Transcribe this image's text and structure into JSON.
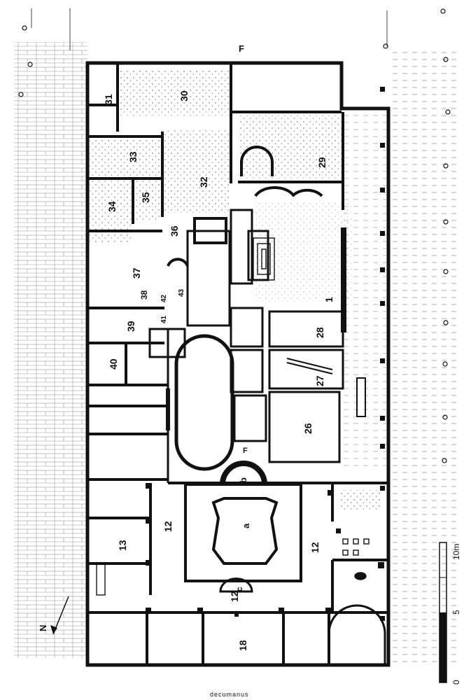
{
  "plan": {
    "rooms": {
      "r1": "1",
      "r12a": "12",
      "r12b": "12",
      "r12c": "12",
      "r13": "13",
      "r18": "18",
      "r26": "26",
      "r27": "27",
      "r28": "28",
      "r29": "29",
      "r30": "30",
      "r31": "31",
      "r32": "32",
      "r33": "33",
      "r34": "34",
      "r35": "35",
      "r36": "36",
      "r37": "37",
      "r38": "38",
      "r39": "39",
      "r40": "40",
      "r41": "41",
      "r42": "42",
      "r43": "43",
      "ra": "a",
      "rb": "b",
      "rc": "c"
    },
    "section_mark": "F",
    "compass": "N",
    "scale": {
      "zero": "0",
      "five": "5",
      "ten": "10m"
    },
    "street_label": "decumanus"
  },
  "colors": {
    "ink": "#111111",
    "paper": "#ffffff",
    "stipple": "#8a8a8a"
  }
}
